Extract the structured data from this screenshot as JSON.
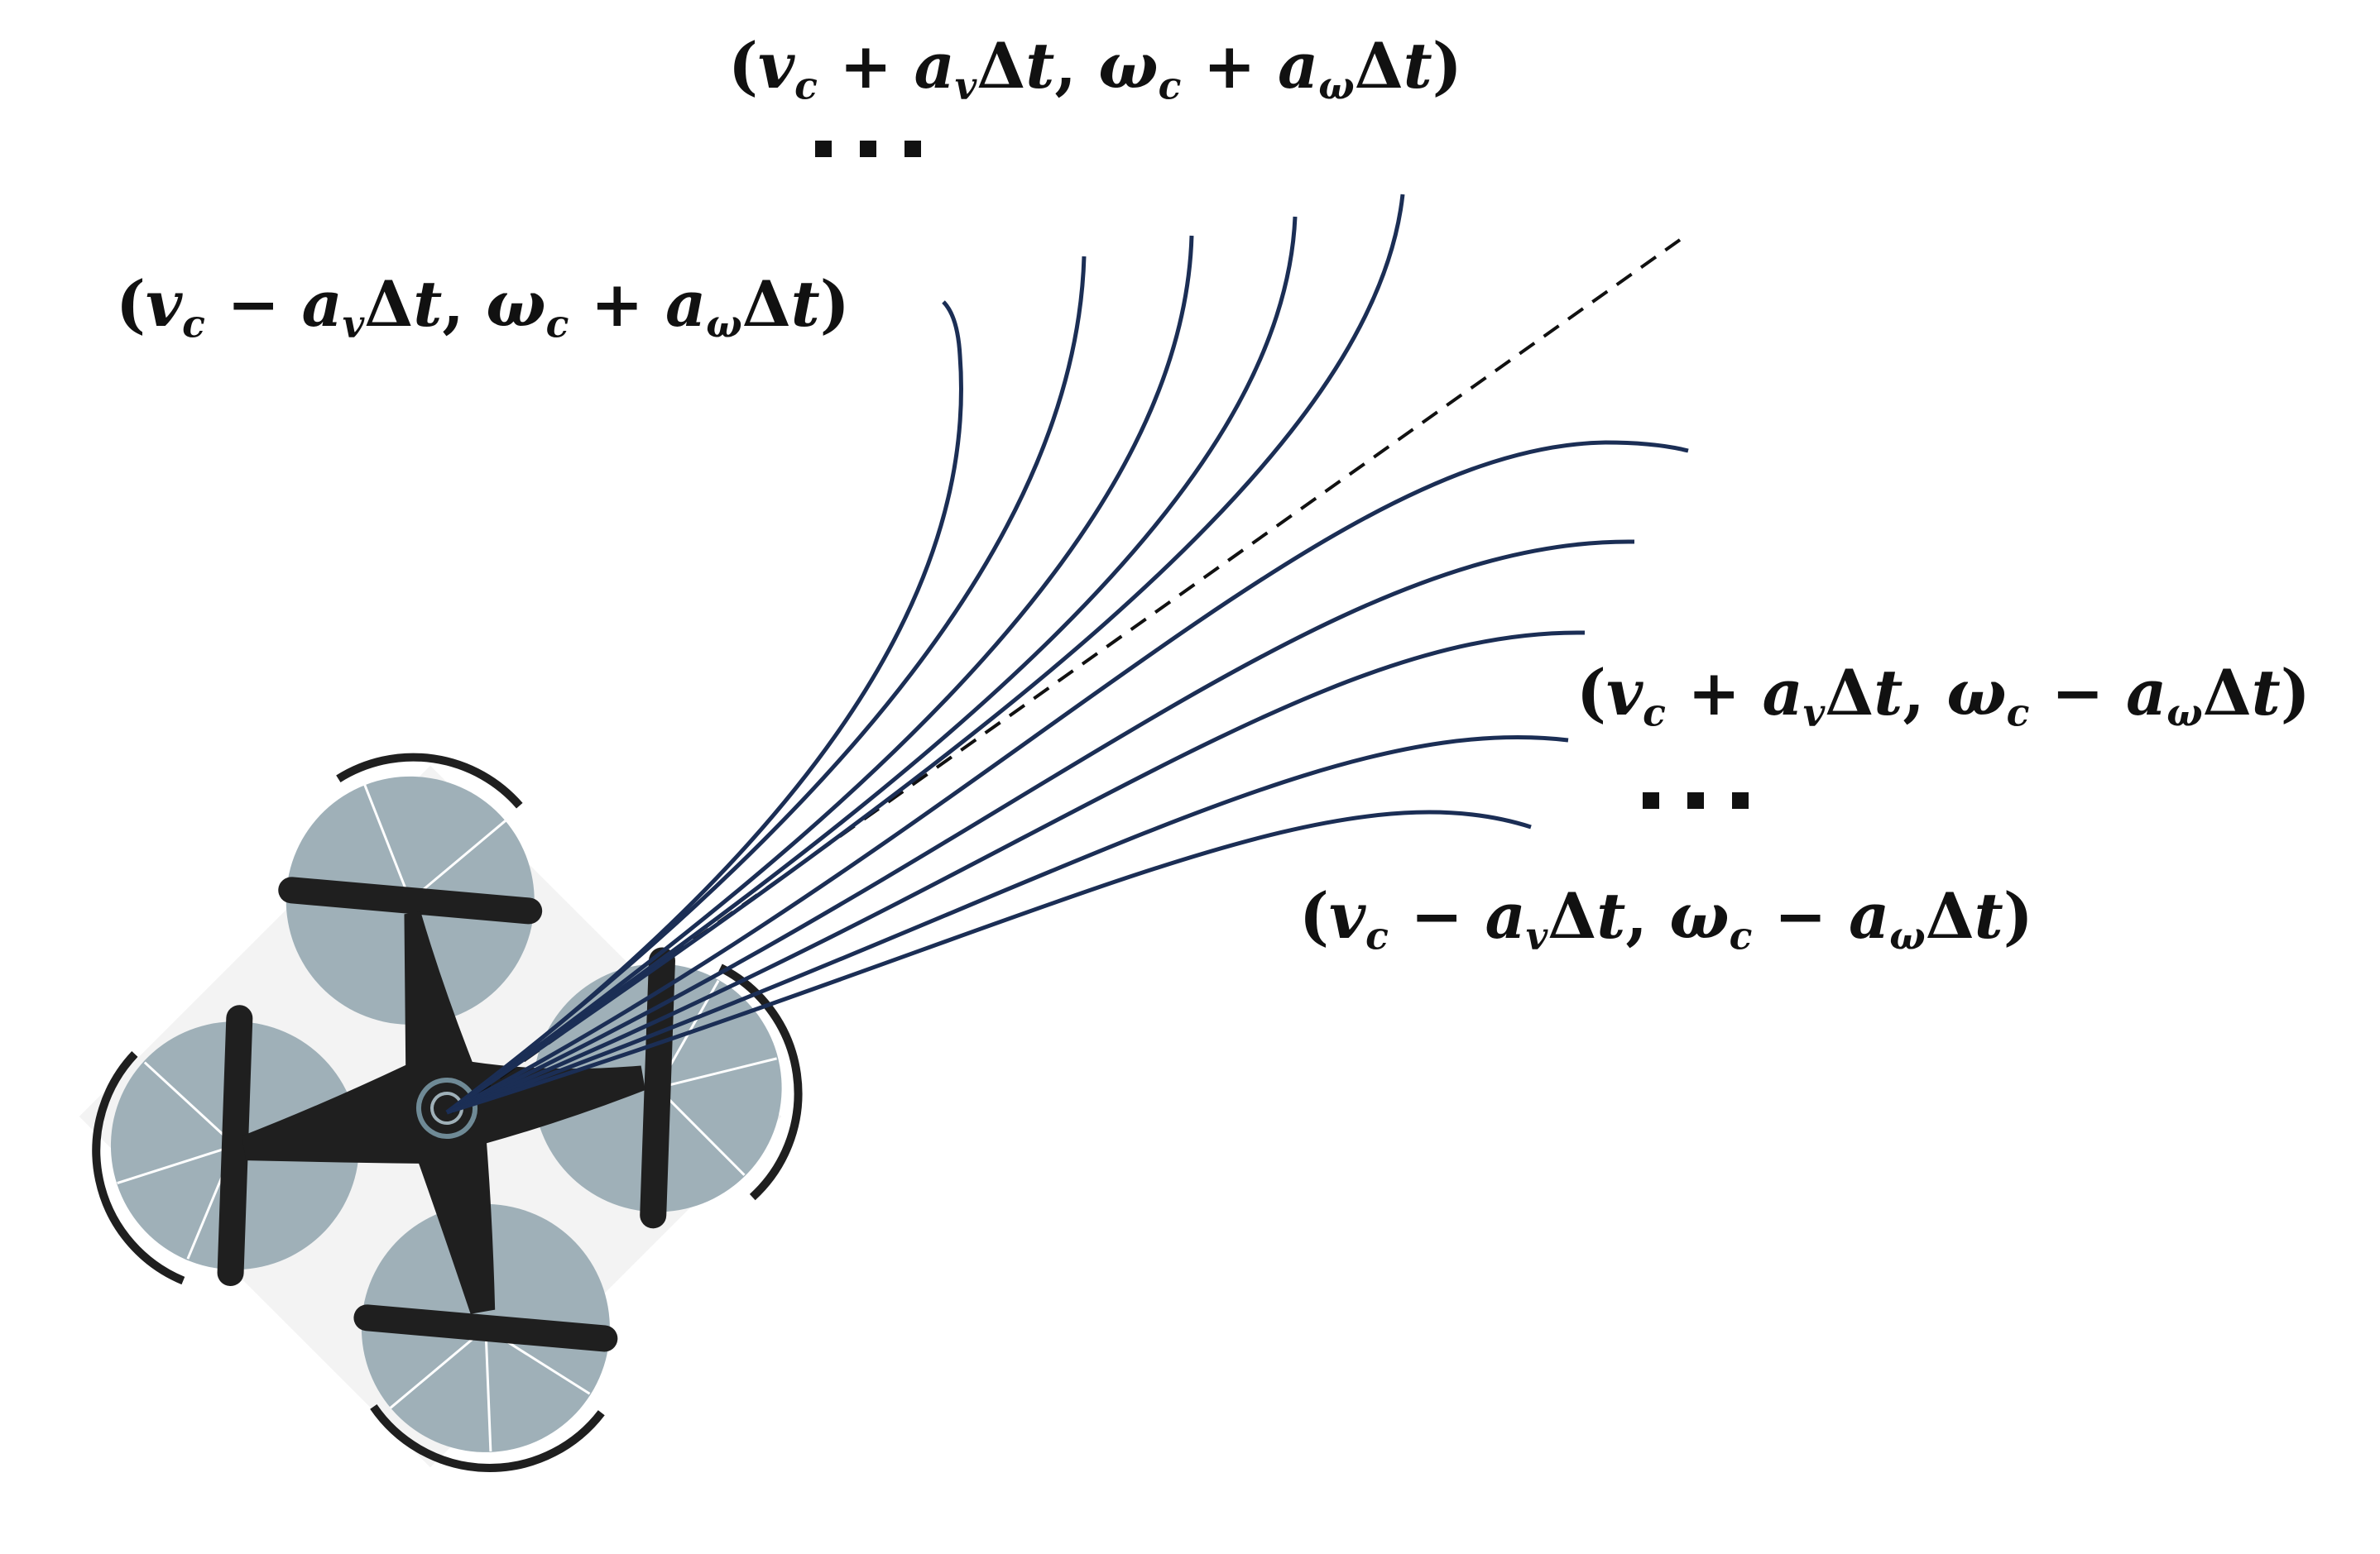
{
  "labels": {
    "top": "(v_c + a_v Δt, ω_c + a_ω Δt)",
    "upper_left": "(v_c − a_v Δt, ω_c + a_ω Δt)",
    "right": "(v_c + a_v Δt, ω_c − a_ω Δt)",
    "bottom": "(v_c − a_v Δt, ω_c − a_ω Δt)"
  },
  "ellipses": {
    "top": "...",
    "right": "..."
  },
  "colors": {
    "trajectory": "#1b2e55",
    "dashed_heading": "#111111",
    "drone_body": "#1f1f1f",
    "propeller_disc": "#9fb0b8",
    "frame_background": "#f3f3f3"
  },
  "icons": [
    "quadcopter-icon"
  ]
}
